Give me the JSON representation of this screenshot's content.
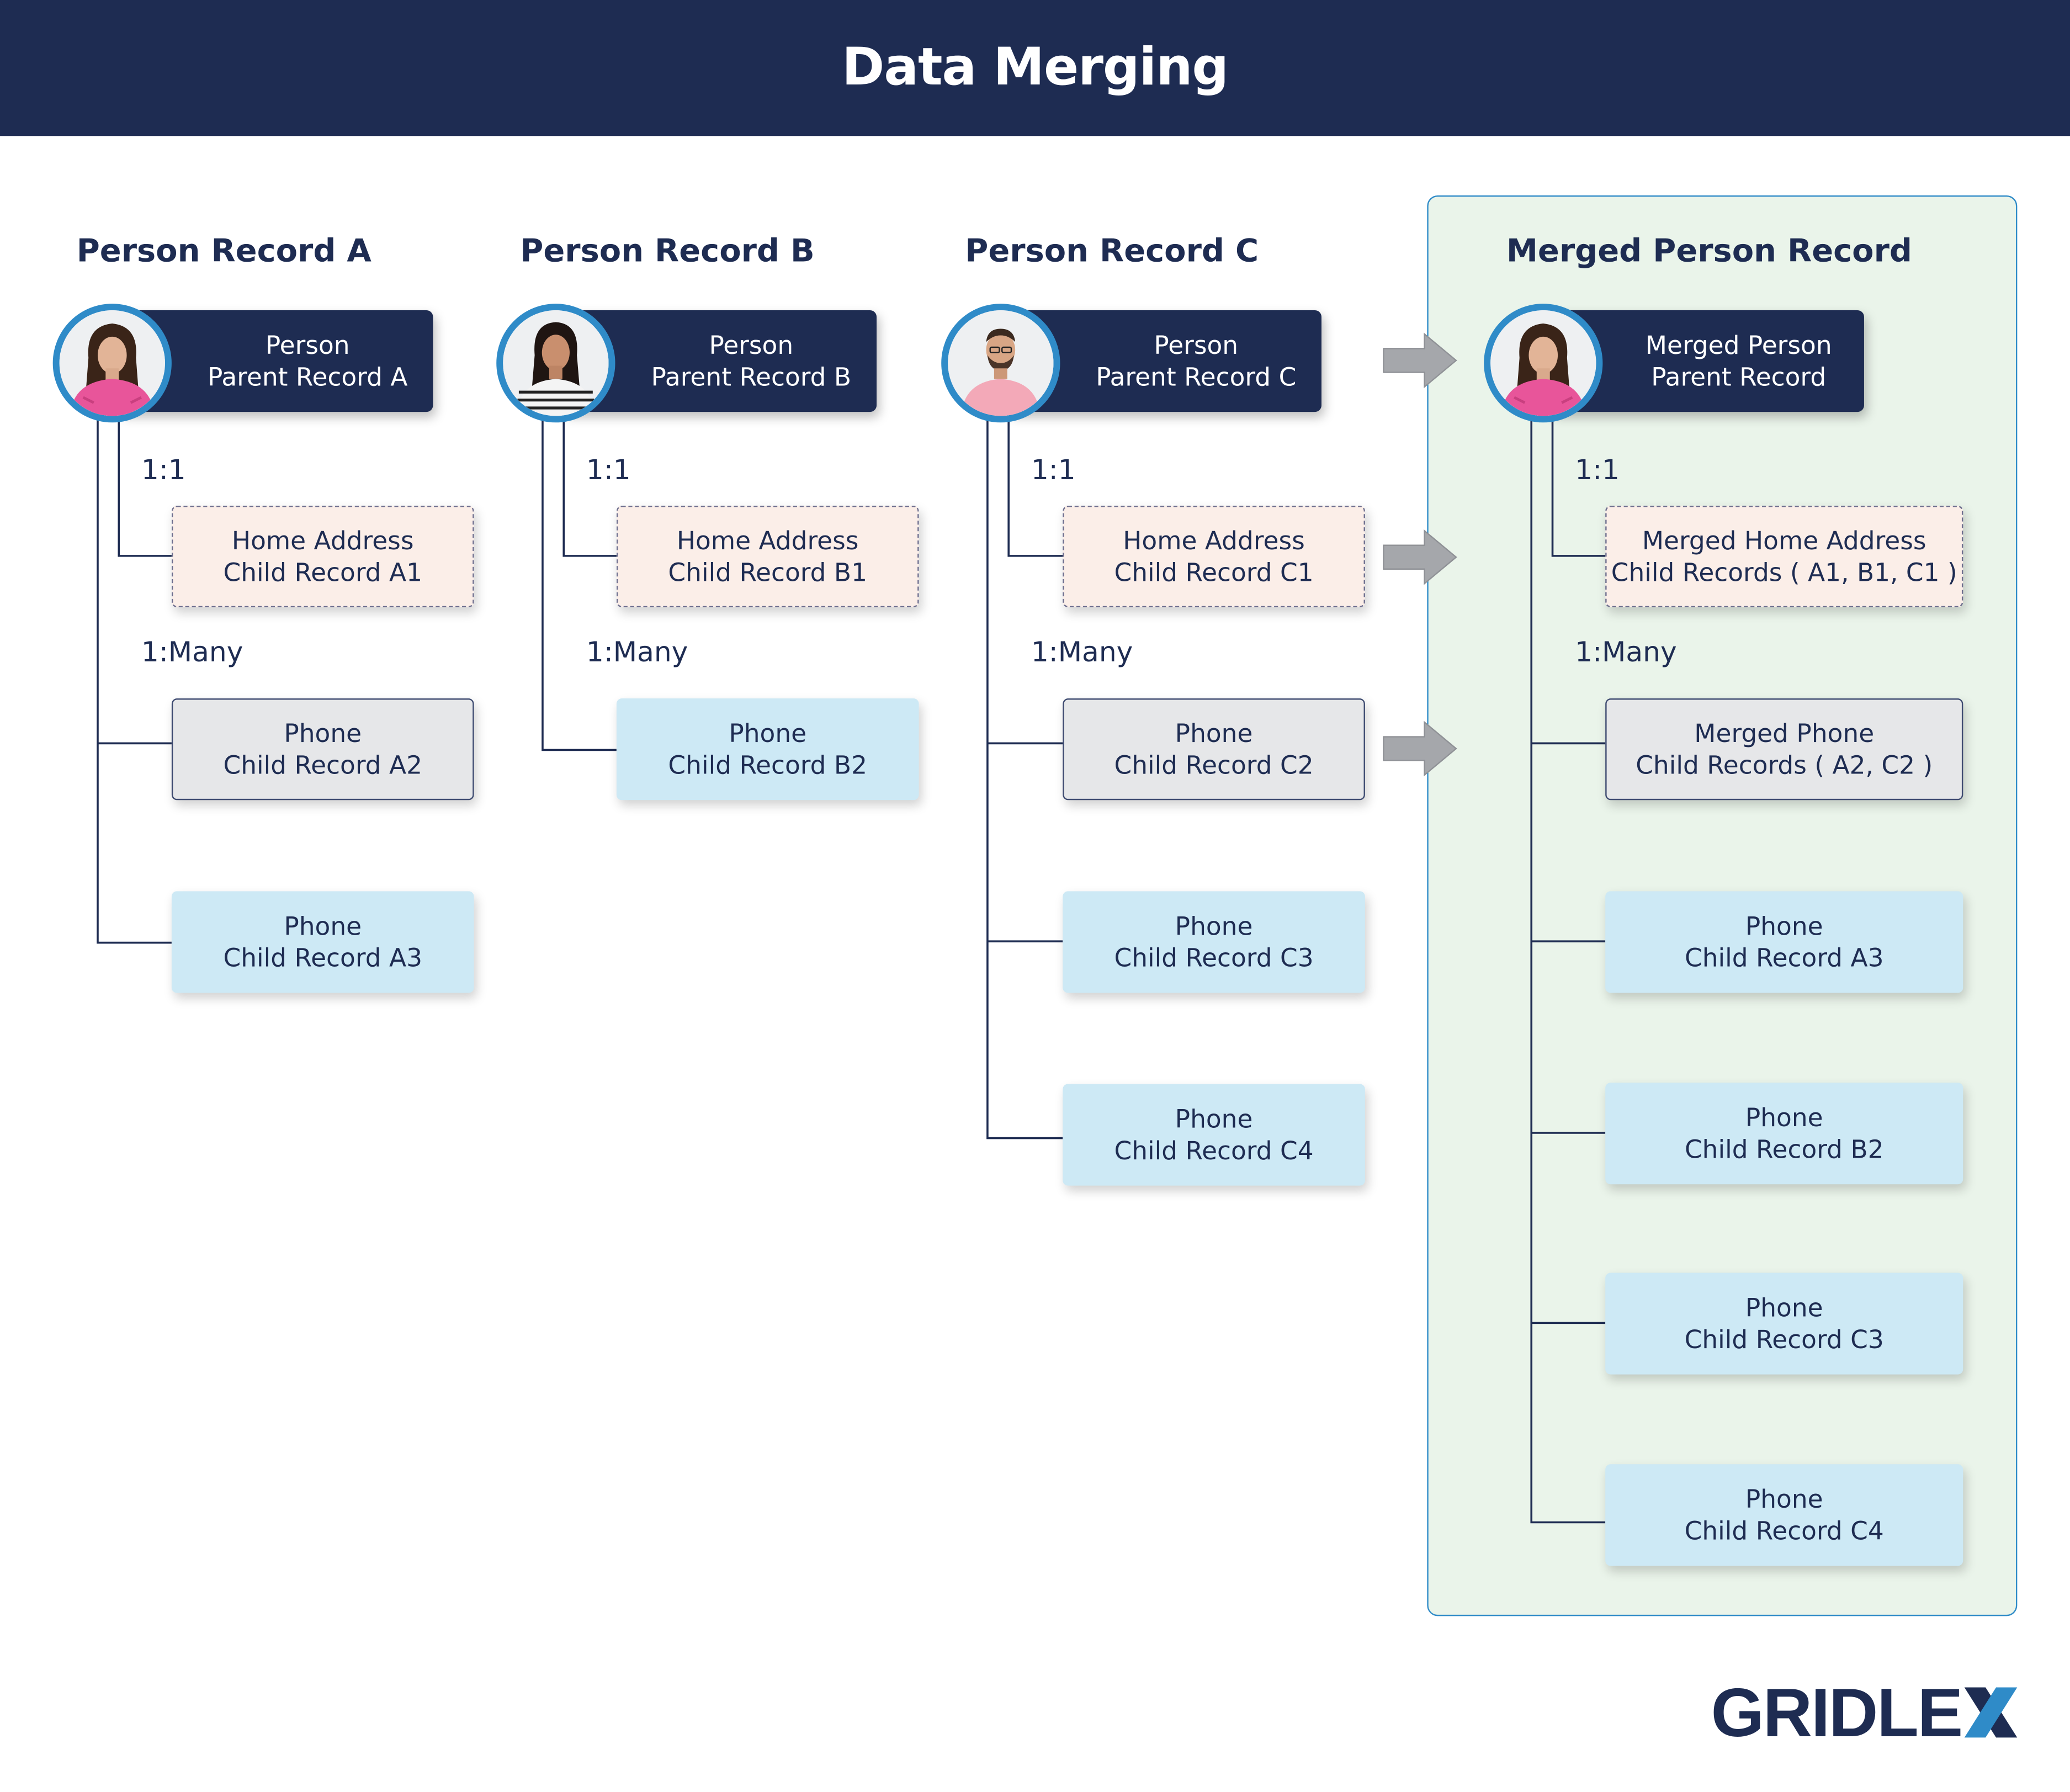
{
  "title": "Data Merging",
  "colors": {
    "navy": "#1e2c52",
    "accent_blue": "#2f8bc8",
    "merged_panel_bg": "#eaf4ea",
    "address_card_bg": "#fbeee8",
    "gray_card_bg": "#e6e7e9",
    "blue_card_bg": "#cde9f5",
    "arrow_gray": "#a5a7ab"
  },
  "columns": {
    "a": {
      "title": "Person Record A",
      "parent": {
        "line1": "Person",
        "line2": "Parent Record A",
        "avatar": "woman-pink-sweater-avatar"
      },
      "one_to_one": "1:1",
      "one_to_many": "1:Many",
      "address": {
        "line1": "Home Address",
        "line2": "Child Record A1"
      },
      "phones": [
        {
          "line1": "Phone",
          "line2": "Child Record A2",
          "style": "gray"
        },
        {
          "line1": "Phone",
          "line2": "Child Record A3",
          "style": "blue"
        }
      ]
    },
    "b": {
      "title": "Person Record B",
      "parent": {
        "line1": "Person",
        "line2": "Parent Record B",
        "avatar": "woman-striped-shirt-avatar"
      },
      "one_to_one": "1:1",
      "one_to_many": "1:Many",
      "address": {
        "line1": "Home Address",
        "line2": "Child Record B1"
      },
      "phones": [
        {
          "line1": "Phone",
          "line2": "Child Record B2",
          "style": "blue"
        }
      ]
    },
    "c": {
      "title": "Person Record C",
      "parent": {
        "line1": "Person",
        "line2": "Parent Record C",
        "avatar": "man-pink-tshirt-avatar"
      },
      "one_to_one": "1:1",
      "one_to_many": "1:Many",
      "address": {
        "line1": "Home Address",
        "line2": "Child Record C1"
      },
      "phones": [
        {
          "line1": "Phone",
          "line2": "Child Record C2",
          "style": "gray"
        },
        {
          "line1": "Phone",
          "line2": "Child Record C3",
          "style": "blue"
        },
        {
          "line1": "Phone",
          "line2": "Child Record C4",
          "style": "blue"
        }
      ]
    },
    "merged": {
      "title": "Merged Person Record",
      "parent": {
        "line1": "Merged Person",
        "line2": "Parent Record",
        "avatar": "woman-pink-sweater-avatar"
      },
      "one_to_one": "1:1",
      "one_to_many": "1:Many",
      "address": {
        "line1": "Merged Home Address",
        "line2": "Child Records ( A1, B1, C1 )"
      },
      "phones": [
        {
          "line1": "Merged Phone",
          "line2": "Child Records ( A2, C2 )",
          "style": "gray"
        },
        {
          "line1": "Phone",
          "line2": "Child Record A3",
          "style": "blue"
        },
        {
          "line1": "Phone",
          "line2": "Child Record B2",
          "style": "blue"
        },
        {
          "line1": "Phone",
          "line2": "Child Record C3",
          "style": "blue"
        },
        {
          "line1": "Phone",
          "line2": "Child Record C4",
          "style": "blue"
        }
      ]
    }
  },
  "arrows": [
    "right-arrow",
    "right-arrow",
    "right-arrow"
  ],
  "logo": "GRIDLEX"
}
